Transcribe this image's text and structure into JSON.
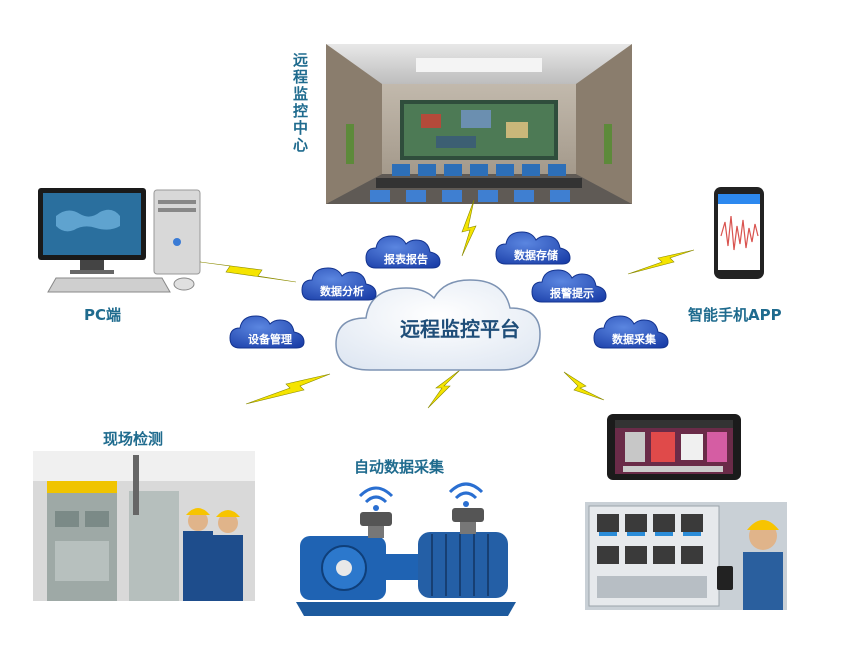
{
  "center": {
    "label": "远程监控平台"
  },
  "services": [
    {
      "label": "设备管理"
    },
    {
      "label": "数据分析"
    },
    {
      "label": "报表报告"
    },
    {
      "label": "数据存储"
    },
    {
      "label": "报警提示"
    },
    {
      "label": "数据采集"
    }
  ],
  "nodes": {
    "remote_center": "远程监控中心",
    "pc": "PC端",
    "mobile": "智能手机APP",
    "field": "现场检测",
    "auto": "自动数据采集"
  },
  "colors": {
    "label": "#1f6b8e",
    "cloud_dark": "#1a3ea8",
    "cloud_light": "#5b86e0",
    "bolt": "#f5e400"
  },
  "icons": [
    "lightning-bolt-icon",
    "wifi-icon",
    "cloud-icon"
  ]
}
